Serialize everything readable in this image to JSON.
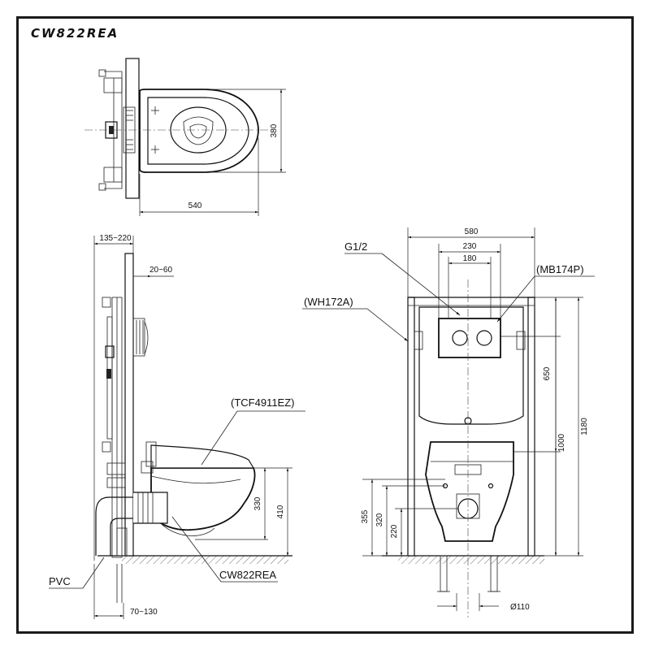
{
  "title": "CW822REA",
  "labels": {
    "pvc": "PVC",
    "seat": "(TCF4911EZ)",
    "bowl": "CW822REA",
    "frame": "(WH172A)",
    "plate": "(MB174P)",
    "inlet": "G1/2"
  },
  "dimensions": {
    "top_width": "540",
    "top_height": "380",
    "side_wall_range": "135~220",
    "side_offset": "20~60",
    "side_bowl_height": "330",
    "side_total_height": "410",
    "side_floor_range": "70~130",
    "front_overall_width": "580",
    "front_plate_width": "230",
    "front_inner_width": "180",
    "front_650": "650",
    "front_1000": "1000",
    "front_1180": "1180",
    "front_355": "355",
    "front_320": "320",
    "front_220": "220",
    "front_diameter": "Ø110"
  }
}
